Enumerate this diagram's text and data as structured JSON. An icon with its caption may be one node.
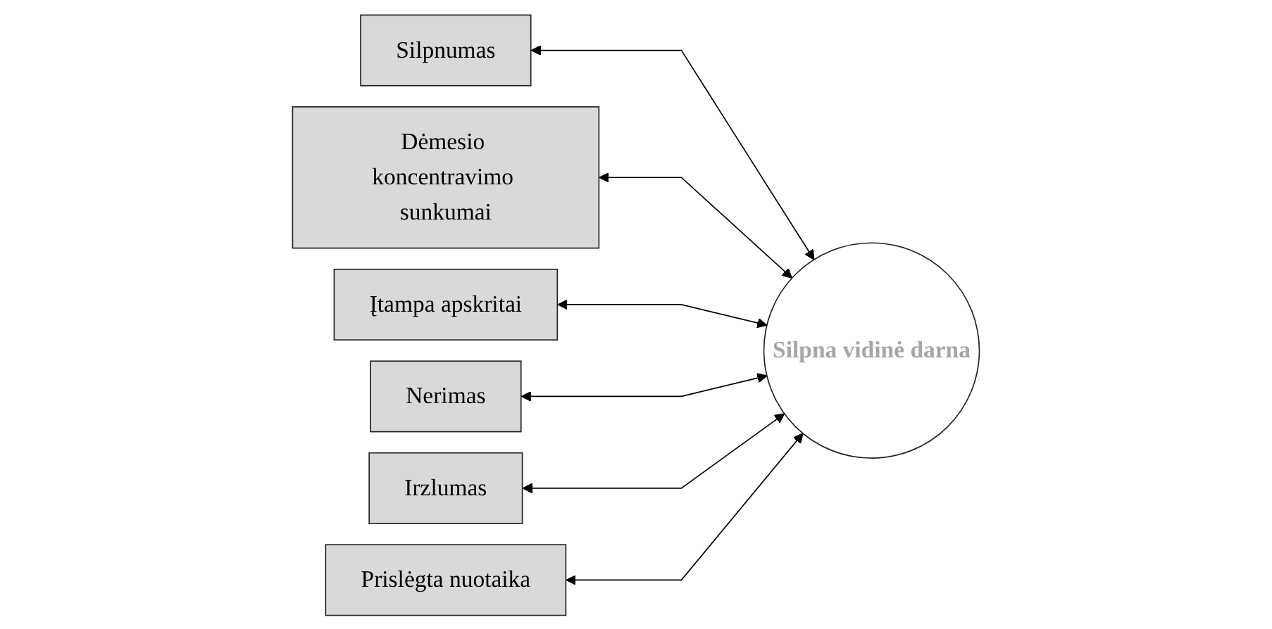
{
  "diagram": {
    "nodes": [
      {
        "text": [
          "Silpnumas"
        ]
      },
      {
        "text": [
          "Dėmesio koncentravimo sunkumai"
        ]
      },
      {
        "text": [
          "Įtampa apskritai"
        ]
      },
      {
        "text": [
          "Nerimas"
        ]
      },
      {
        "text": [
          "Irzlumas"
        ]
      },
      {
        "text": [
          "Prislėgta nuotaika"
        ]
      },
      {
        "text": [
          "Silpna vidinė darna"
        ]
      }
    ],
    "edges": [
      {
        "from": 0,
        "to": 6,
        "arrow": "both"
      },
      {
        "from": 1,
        "to": 6,
        "arrow": "both"
      },
      {
        "from": 2,
        "to": 6,
        "arrow": "both"
      },
      {
        "from": 3,
        "to": 6,
        "arrow": "both"
      },
      {
        "from": 4,
        "to": 6,
        "arrow": "both"
      },
      {
        "from": 5,
        "to": 6,
        "arrow": "both"
      }
    ]
  }
}
